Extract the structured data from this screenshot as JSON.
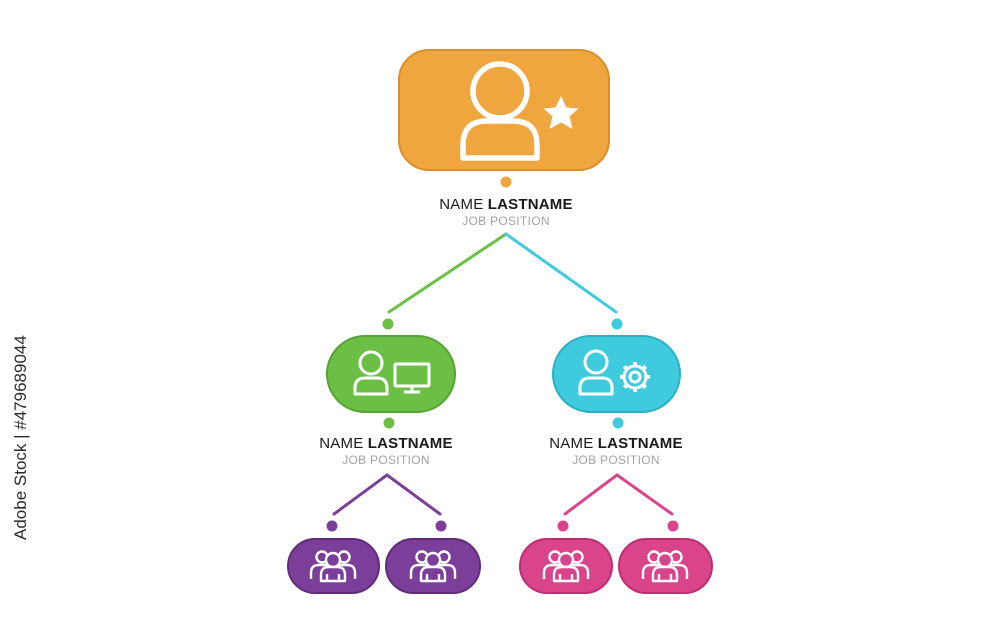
{
  "colors": {
    "top": "#EFA63F",
    "left": "#6CBF45",
    "right": "#3FCBDD",
    "purple": "#7B3F9A",
    "pink": "#D9448A"
  },
  "icons": {
    "top": "person-star-icon",
    "left": "person-computer-icon",
    "right": "person-gear-icon",
    "teams": "group-icon"
  },
  "nodes": {
    "top": {
      "first": "NAME ",
      "last": "LASTNAME",
      "job": "JOB POSITION"
    },
    "left": {
      "first": "NAME ",
      "last": "LASTNAME",
      "job": "JOB POSITION"
    },
    "right": {
      "first": "NAME ",
      "last": "LASTNAME",
      "job": "JOB POSITION"
    }
  },
  "stock_id": "Adobe Stock | #479689044"
}
